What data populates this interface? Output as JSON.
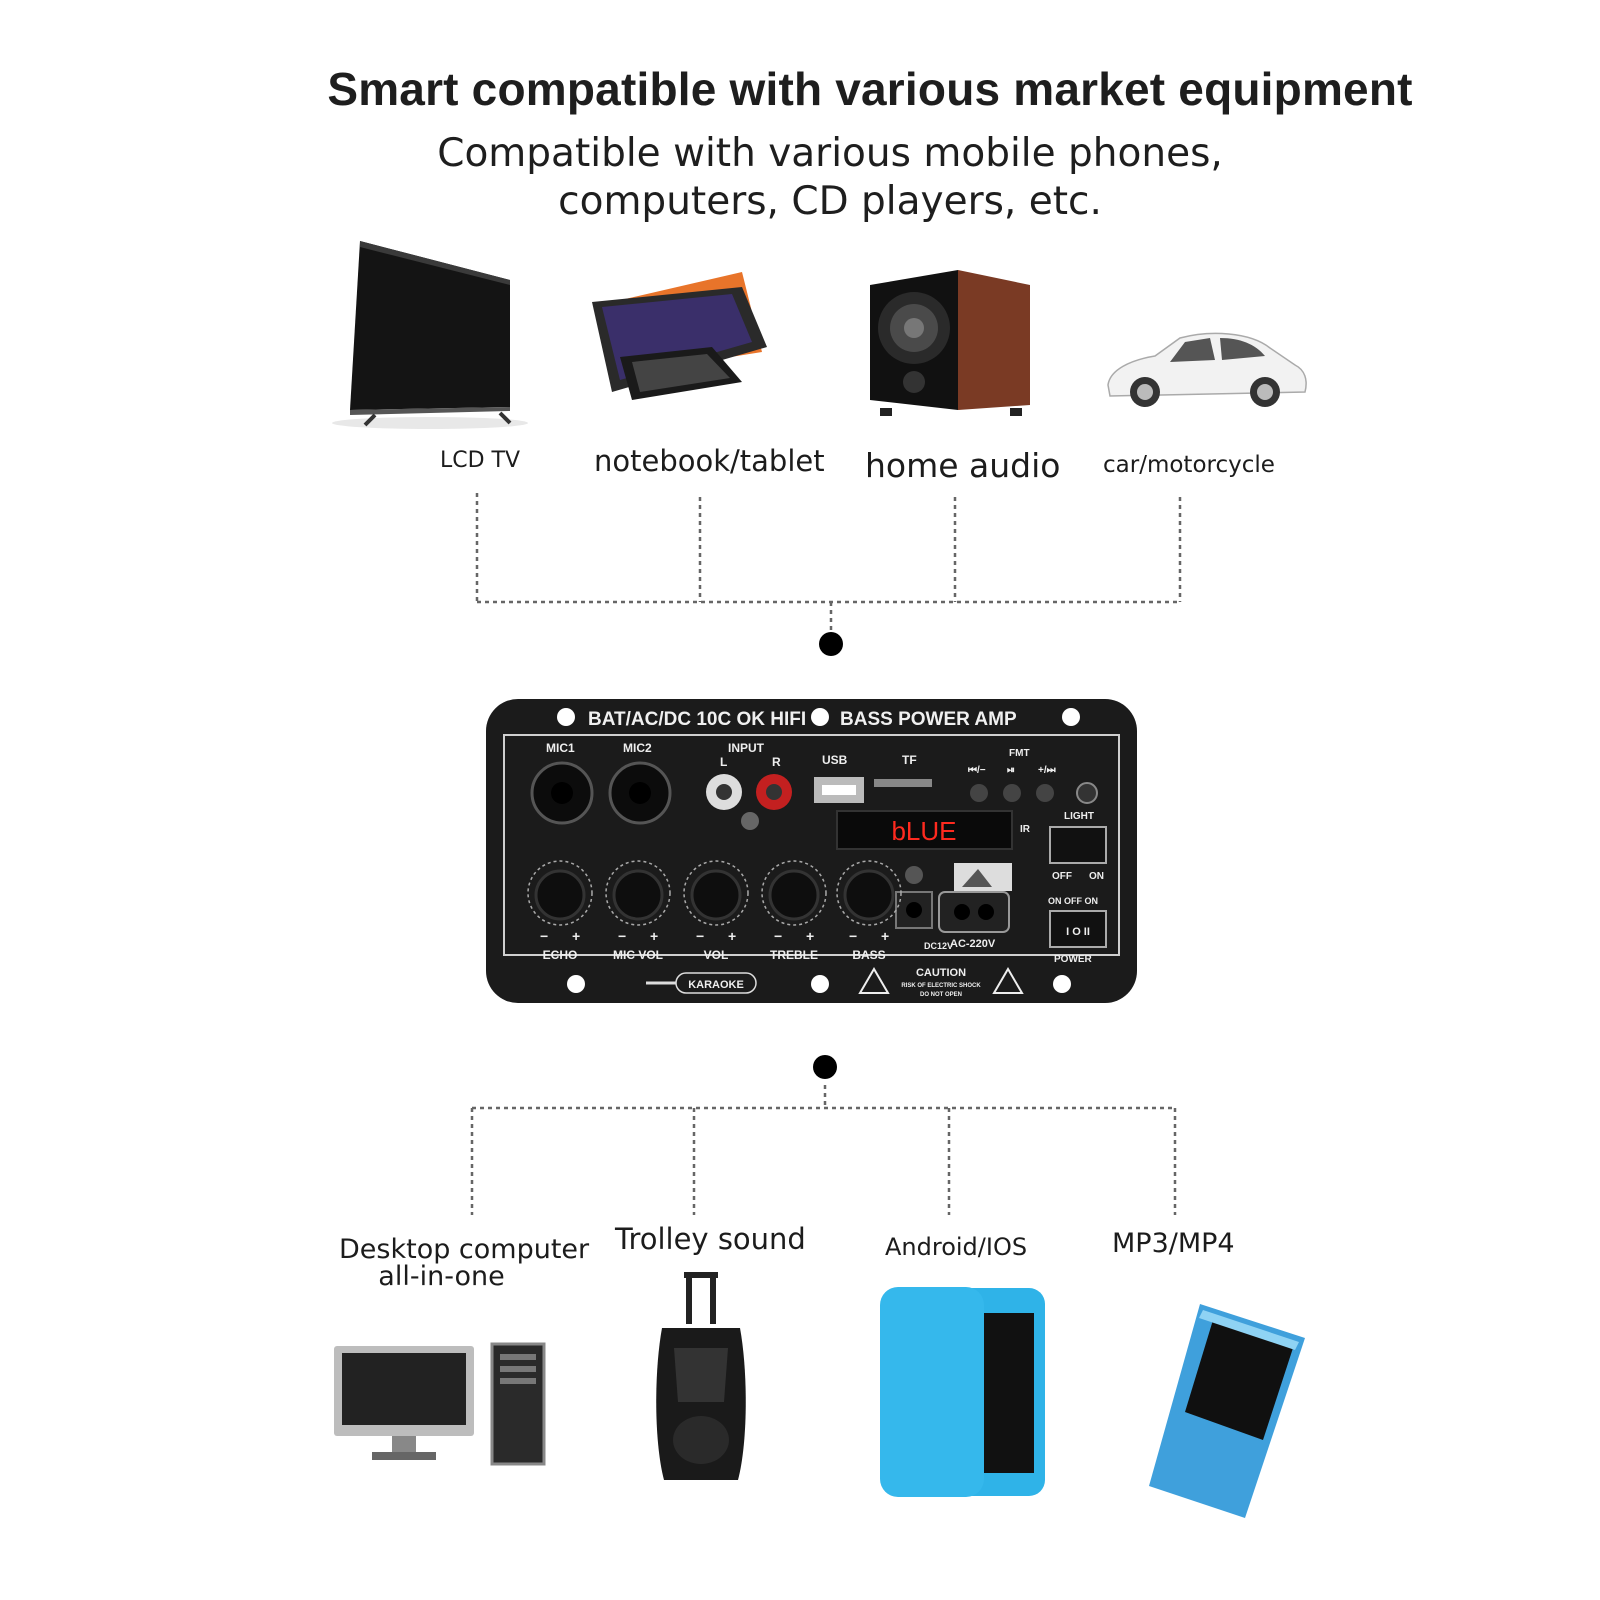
{
  "header": {
    "title": "Smart compatible with various market equipment",
    "subtitle_line1": "Compatible with various mobile phones,",
    "subtitle_line2": "computers, CD players, etc."
  },
  "top_devices": [
    {
      "label": "LCD TV",
      "icon": "tv-icon"
    },
    {
      "label": "notebook/tablet",
      "icon": "laptop-icon"
    },
    {
      "label": "home audio",
      "icon": "speaker-icon"
    },
    {
      "label": "car/motorcycle",
      "icon": "car-icon"
    }
  ],
  "bottom_devices": [
    {
      "label_line1": "Desktop computer",
      "label_line2": "all-in-one",
      "icon": "desktop-computer-icon"
    },
    {
      "label_line1": "Trolley sound",
      "icon": "trolley-speaker-icon"
    },
    {
      "label_line1": "Android/IOS",
      "icon": "smartphone-icon"
    },
    {
      "label_line1": "MP3/MP4",
      "icon": "mp3-player-icon"
    }
  ],
  "amplifier": {
    "header_left": "BAT/AC/DC 10C OK HIFI",
    "header_right": "BASS POWER AMP",
    "mic1": "MIC1",
    "mic2": "MIC2",
    "input": "INPUT",
    "input_l": "L",
    "input_r": "R",
    "usb": "USB",
    "tf": "TF",
    "fmt": "FMT",
    "btn_prev": "⏮/−",
    "btn_play": "⏯",
    "btn_next": "+/⏭",
    "display": "bLUE",
    "ir": "IR",
    "light": "LIGHT",
    "off": "OFF",
    "on": "ON",
    "on_off_on": "ON OFF ON",
    "knobs": [
      "ECHO",
      "MIC VOL",
      "VOL",
      "TREBLE",
      "BASS"
    ],
    "dc": "DC12V",
    "ac": "AC-220V",
    "power": "POWER",
    "switch_power": "I O II",
    "karaoke": "KARAOKE",
    "caution": "CAUTION",
    "caution_sub1": "RISK OF ELECTRIC SHOCK",
    "caution_sub2": "DO NOT OPEN"
  },
  "colors": {
    "panel": "#1b1b1b",
    "display_red": "#ff2a1f",
    "phone_blue": "#2fb3e8",
    "laptop_orange": "#e8742a",
    "speaker_wood": "#7a3a24"
  }
}
